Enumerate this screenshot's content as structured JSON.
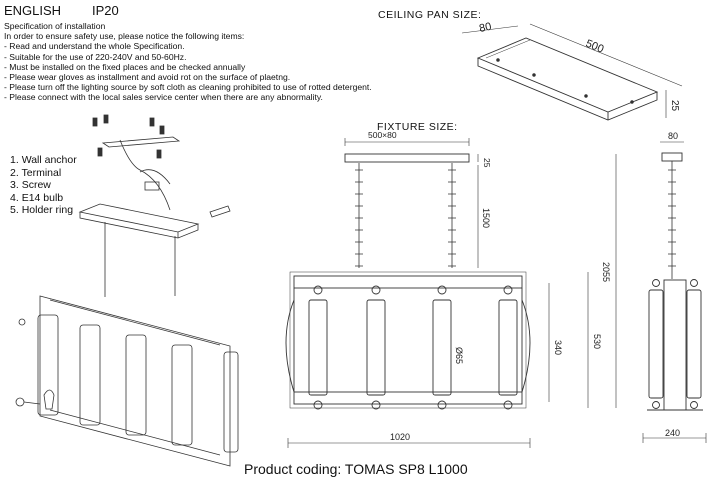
{
  "header": {
    "language": "ENGLISH",
    "ip_rating": "IP20"
  },
  "spec": {
    "lines": [
      "Specification of installation",
      "In order to ensure safety use, please notice the following items:",
      "- Read and understand the whole Specification.",
      "- Suitable for the use of 220-240V and 50-60Hz.",
      "- Must be installed on the fixed places and be checked annually",
      "- Please wear gloves as installment and avoid rot on the surface of plaetng.",
      "- Please turn off the lighting source by soft cloth as cleaning prohibited to use of rotted detergent.",
      "- Please connect with the local sales service center when there are any abnormality."
    ]
  },
  "parts": [
    {
      "num": "1.",
      "label": "Wall anchor"
    },
    {
      "num": "2.",
      "label": "Terminal"
    },
    {
      "num": "3.",
      "label": "Screw"
    },
    {
      "num": "4.",
      "label": "E14 bulb"
    },
    {
      "num": "5.",
      "label": "Holder ring"
    }
  ],
  "ceiling_pan": {
    "title": "CEILING PAN  SIZE:",
    "dim_width": "80",
    "dim_length": "500",
    "dim_height": "25"
  },
  "fixture": {
    "title": "FIXTURE SIZE:",
    "dim_pan": "500×80",
    "dim_pan_h": "25",
    "dim_chain": "1500",
    "dim_total": "2055",
    "dim_body": "530",
    "dim_frame": "340",
    "dim_tube": "Ø65",
    "dim_width": "1020",
    "side_top": "80",
    "side_width": "240"
  },
  "product_coding": "Product coding: TOMAS SP8 L1000"
}
